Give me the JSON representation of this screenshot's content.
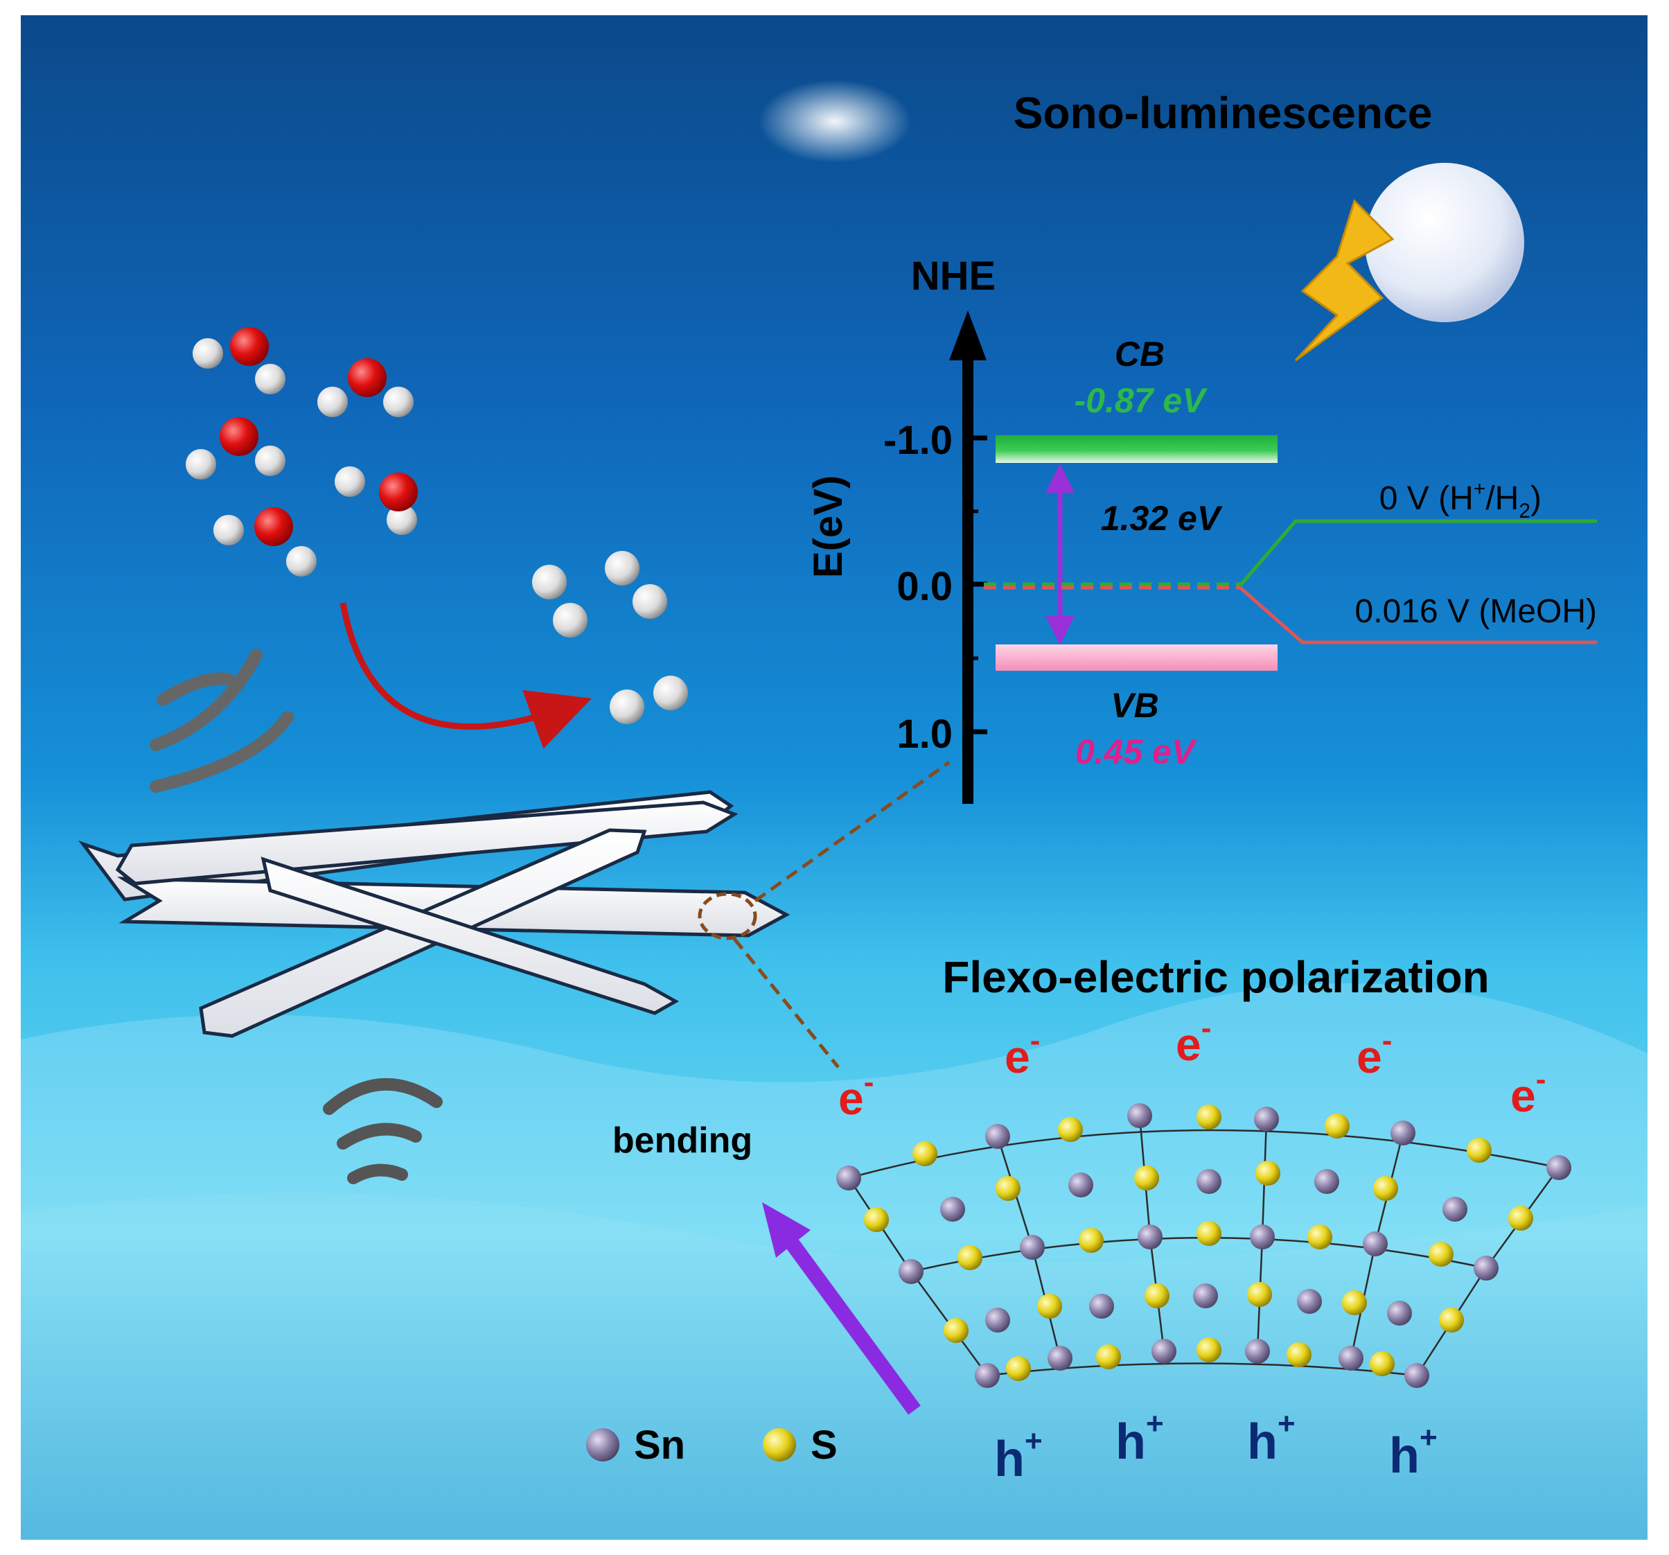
{
  "titles": {
    "sono": "Sono-luminescence",
    "flexo": "Flexo-electric polarization"
  },
  "band_diagram": {
    "axis_top_label": "NHE",
    "y_label": "E(eV)",
    "ticks": [
      "-1.0",
      "0.0",
      "1.0"
    ],
    "cb_label": "CB",
    "cb_value": "-0.87 eV",
    "vb_label": "VB",
    "vb_value": "0.45 eV",
    "gap_value": "1.32 eV",
    "h2_level": "0 V (H",
    "h2_sup": "+",
    "h2_mid": "/H",
    "h2_sub": "2",
    "h2_close": ")",
    "meoh_level": "0.016 V (MeOH)"
  },
  "labels": {
    "bending": "bending",
    "electron": "e",
    "electron_sup": "-",
    "hole": "h",
    "hole_sup": "+"
  },
  "legend": {
    "sn": "Sn",
    "s": "S"
  },
  "colors": {
    "cb": "#2db84a",
    "vb_text": "#e0208a",
    "vb_band": "#f5a8c6",
    "h2_line": "#33aa33",
    "meoh_line": "#e05555",
    "gap_arrow": "#9b30d8",
    "electron": "#e31b1b",
    "hole": "#0b2a73",
    "sn_atom": "#8a7fa6",
    "s_atom": "#e6d21a",
    "lightning": "#f2b818"
  }
}
